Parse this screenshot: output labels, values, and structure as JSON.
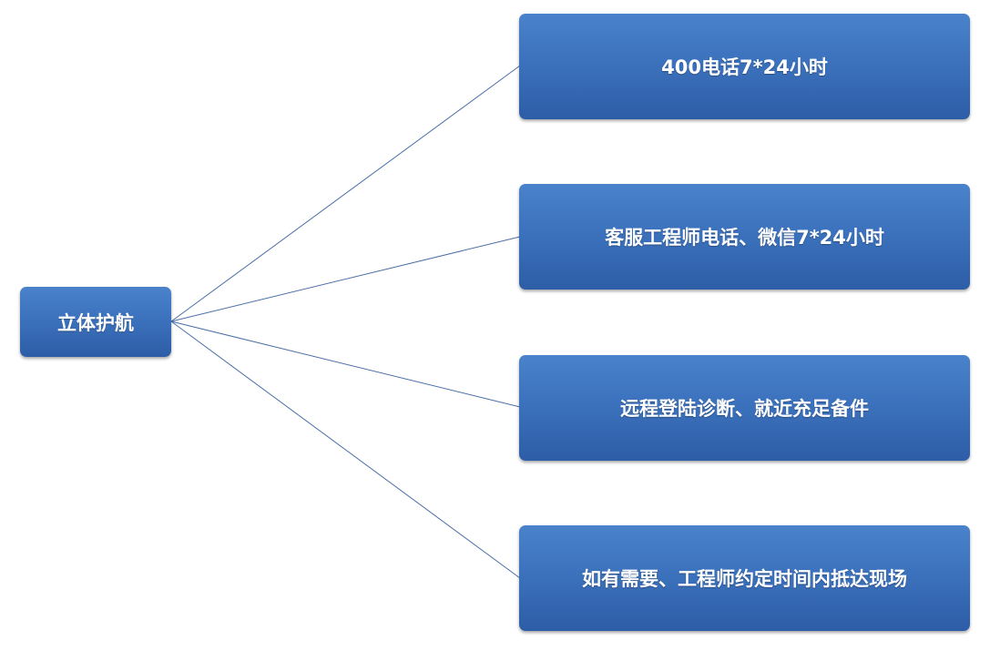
{
  "colors": {
    "node_fill": "#3c72bd",
    "node_text": "#ffffff",
    "connector": "#4a6fa8"
  },
  "root": {
    "label": "立体护航"
  },
  "branches": [
    {
      "label": "400电话7*24小时"
    },
    {
      "label": "客服工程师电话、微信7*24小时"
    },
    {
      "label": "远程登陆诊断、就近充足备件"
    },
    {
      "label": "如有需要、工程师约定时间内抵达现场"
    }
  ]
}
